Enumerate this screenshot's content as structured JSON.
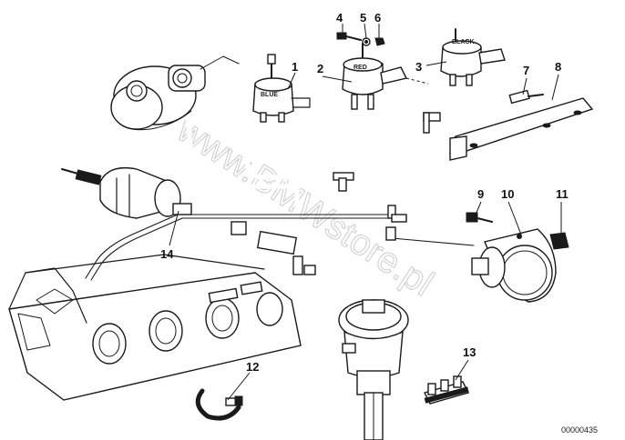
{
  "diagram": {
    "watermark": "www.BMWstore.pl",
    "reference_code": "00000435",
    "component_labels": {
      "valve_1": "BLUE",
      "valve_2": "RED",
      "valve_3": "BLACK"
    },
    "callouts": [
      {
        "id": "1",
        "label": "1"
      },
      {
        "id": "2",
        "label": "2"
      },
      {
        "id": "3",
        "label": "3"
      },
      {
        "id": "4",
        "label": "4"
      },
      {
        "id": "5",
        "label": "5"
      },
      {
        "id": "6",
        "label": "6"
      },
      {
        "id": "7",
        "label": "7"
      },
      {
        "id": "8",
        "label": "8"
      },
      {
        "id": "9",
        "label": "9"
      },
      {
        "id": "10",
        "label": "10"
      },
      {
        "id": "11",
        "label": "11"
      },
      {
        "id": "12",
        "label": "12"
      },
      {
        "id": "13",
        "label": "13"
      },
      {
        "id": "14",
        "label": "14"
      }
    ]
  }
}
